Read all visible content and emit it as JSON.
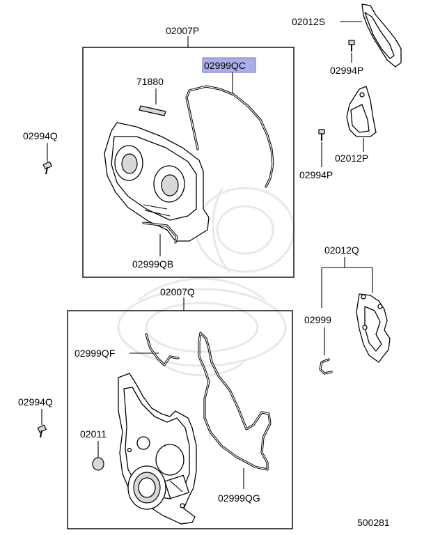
{
  "labels": {
    "p02007P": "02007P",
    "p02999QC": "02999QC",
    "p71880": "71880",
    "p02999QB": "02999QB",
    "p02994Q_top": "02994Q",
    "p02012S": "02012S",
    "p02994P_top": "02994P",
    "p02012P": "02012P",
    "p02994P_mid": "02994P",
    "p02007Q": "02007Q",
    "p02012Q": "02012Q",
    "p02999": "02999",
    "p02999QF": "02999QF",
    "p02994Q_bottom": "02994Q",
    "p02011": "02011",
    "p02999QG": "02999QG",
    "diagram_number": "500281"
  },
  "highlight": {
    "part": "02999QC",
    "color": "#a9aee6"
  }
}
